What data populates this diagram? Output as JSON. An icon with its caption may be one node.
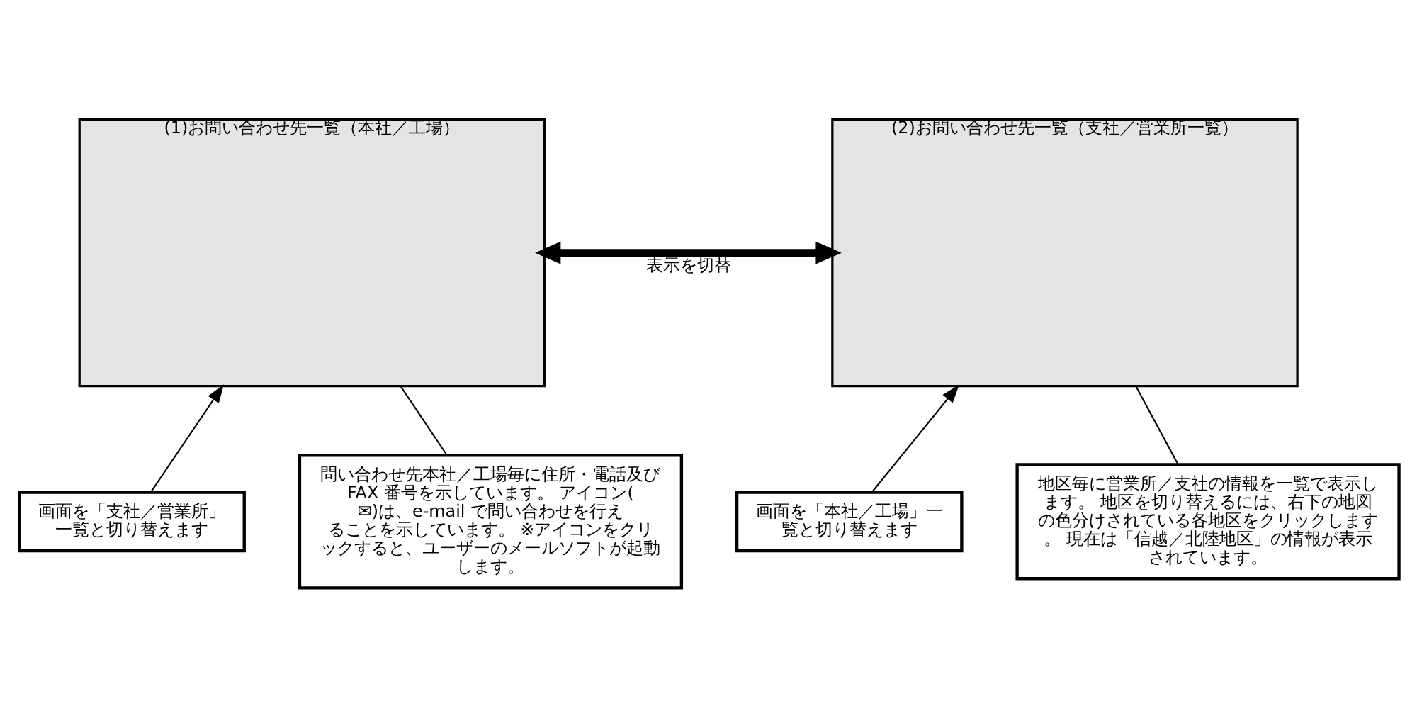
{
  "diagram": {
    "nodes": [
      {
        "text": [
          "(1)お問い合わせ先一覧（本社／工場）"
        ]
      },
      {
        "text": [
          "(2)お問い合わせ先一覧（支社／営業所一覧）"
        ]
      },
      {
        "text": [
          "画面を「支社／営業所」一覧と切り替えます"
        ]
      },
      {
        "text": [
          "問い合わせ先本社／工場毎に住所・電話及びFAX 番号を示しています。 アイコン(✉)は、e-mail で問い合わせを行えることを示しています。 ※アイコンをクリックすると、ユーザーのメールソフトが起動します。"
        ]
      },
      {
        "text": [
          "画面を「本社／工場」一覧と切り替えます"
        ]
      },
      {
        "text": [
          "地区毎に営業所／支社の情報を一覧で表示します。 地区を切り替えるには、右下の地図の色分けされている各地区をクリックします。 現在は「信越／北陸地区」の情報が表示されています。"
        ]
      }
    ],
    "edges": [
      {
        "from": 0,
        "to": 1,
        "arrow": "both",
        "label": "表示を切替",
        "style": "thick"
      },
      {
        "from": 2,
        "to": 0,
        "arrow": "to"
      },
      {
        "from": 3,
        "to": 0,
        "arrow": "none"
      },
      {
        "from": 4,
        "to": 1,
        "arrow": "to"
      },
      {
        "from": 5,
        "to": 1,
        "arrow": "none"
      }
    ]
  }
}
